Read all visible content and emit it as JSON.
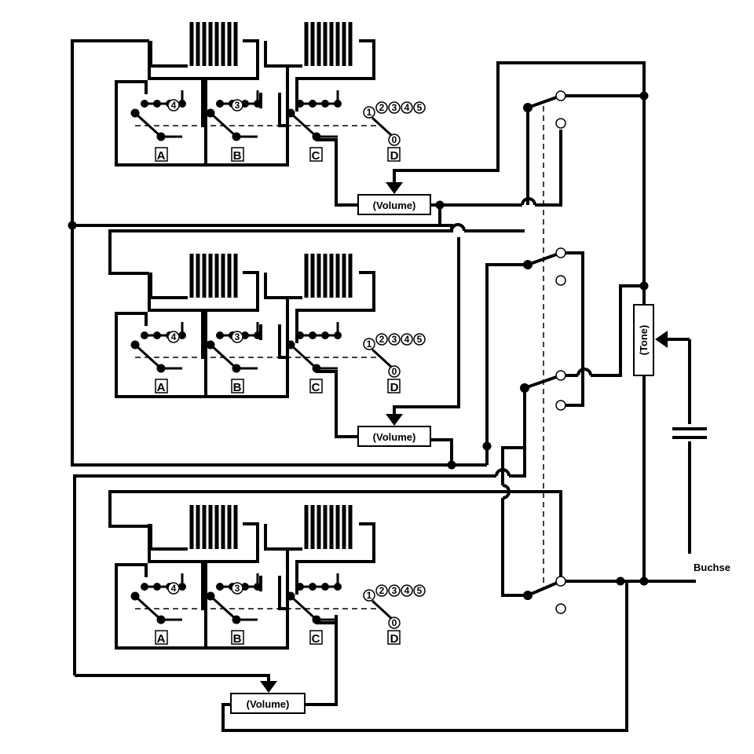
{
  "colors": {
    "ink": "#000000",
    "paper": "#ffffff"
  },
  "switch_sections": [
    {
      "wafer_labels": [
        "A",
        "B",
        "C",
        "D"
      ],
      "wafer_a_position": "4",
      "wafer_b_position": "3",
      "wafer_d_positions": [
        "1",
        "2",
        "3",
        "4",
        "5"
      ],
      "wafer_d_common": "0",
      "volume_label": "(Volume)"
    },
    {
      "wafer_labels": [
        "A",
        "B",
        "C",
        "D"
      ],
      "wafer_a_position": "4",
      "wafer_b_position": "3",
      "wafer_d_positions": [
        "1",
        "2",
        "3",
        "4",
        "5"
      ],
      "wafer_d_common": "0",
      "volume_label": "(Volume)"
    },
    {
      "wafer_labels": [
        "A",
        "B",
        "C",
        "D"
      ],
      "wafer_a_position": "4",
      "wafer_b_position": "3",
      "wafer_d_positions": [
        "1",
        "2",
        "3",
        "4",
        "5"
      ],
      "wafer_d_common": "0",
      "volume_label": "(Volume)"
    }
  ],
  "tone_label": "(Tone)",
  "output_label": "Buchse"
}
